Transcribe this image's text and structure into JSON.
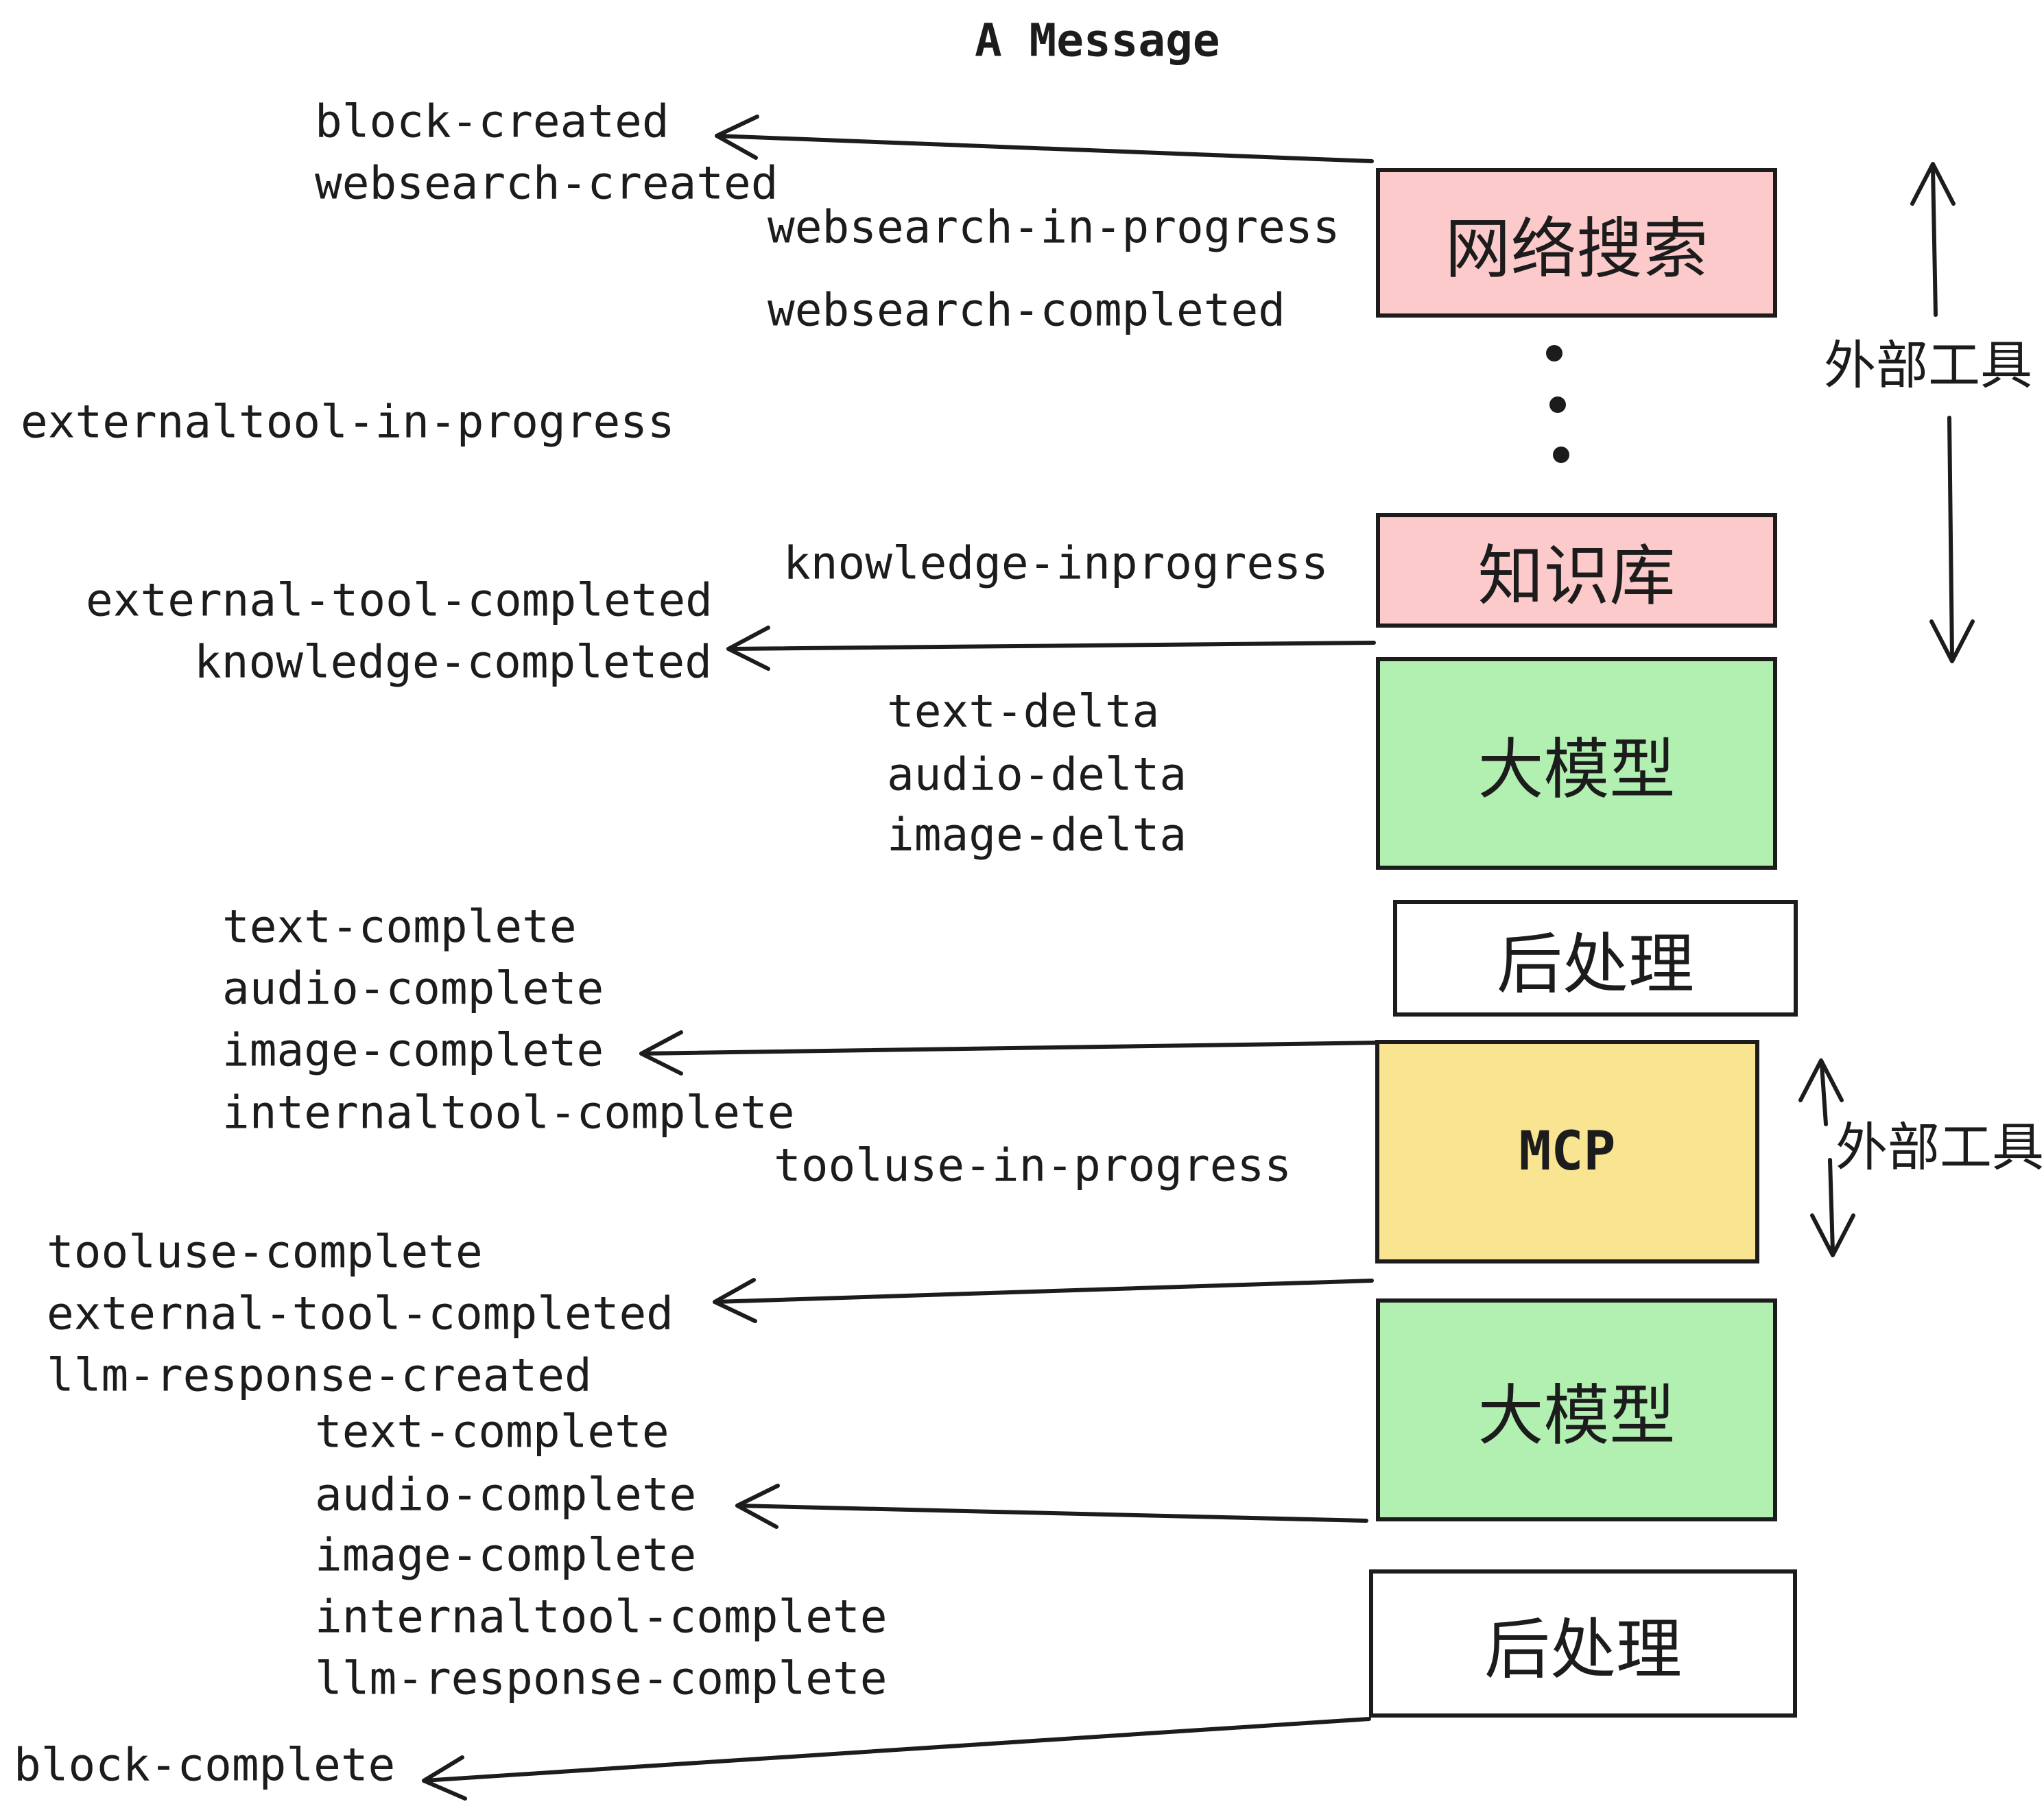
{
  "title": "A Message",
  "colors": {
    "ink": "#1c1c1c",
    "pink": "#fccaca",
    "green": "#b2f0b2",
    "yellow": "#f9e491",
    "white": "#ffffff"
  },
  "boxes": [
    {
      "id": "websearch",
      "label": "网络搜索",
      "fill": "#fccaca"
    },
    {
      "id": "knowledge",
      "label": "知识库",
      "fill": "#fccaca"
    },
    {
      "id": "llm-1",
      "label": "大模型",
      "fill": "#b2f0b2"
    },
    {
      "id": "post-1",
      "label": "后处理",
      "fill": "#ffffff"
    },
    {
      "id": "mcp",
      "label": "MCP",
      "fill": "#f9e491"
    },
    {
      "id": "llm-2",
      "label": "大模型",
      "fill": "#b2f0b2"
    },
    {
      "id": "post-2",
      "label": "后处理",
      "fill": "#ffffff"
    }
  ],
  "side_labels": {
    "top": "外部工具",
    "bottom": "外部工具"
  },
  "events": [
    "block-created",
    "websearch-created",
    "websearch-in-progress",
    "websearch-completed",
    "externaltool-in-progress",
    "knowledge-inprogress",
    "external-tool-completed",
    "knowledge-completed",
    "text-delta",
    "audio-delta",
    "image-delta",
    "text-complete",
    "audio-complete",
    "image-complete",
    "internaltool-complete",
    "tooluse-in-progress",
    "tooluse-complete",
    "external-tool-completed",
    "llm-response-created",
    "text-complete",
    "audio-complete",
    "image-complete",
    "internaltool-complete",
    "llm-response-complete",
    "block-complete"
  ]
}
